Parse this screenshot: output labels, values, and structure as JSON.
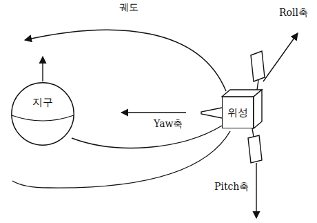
{
  "diagram": {
    "nodes": [
      {
        "text": [
          "지구"
        ]
      },
      {
        "text": [
          "위성"
        ]
      }
    ],
    "labels": [
      "궤도",
      "Roll축",
      "Yaw축",
      "Pitch축"
    ]
  }
}
